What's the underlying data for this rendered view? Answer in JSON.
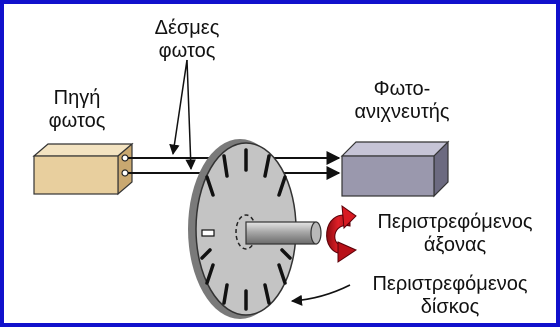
{
  "labels": {
    "beams_line1": "Δέσμες",
    "beams_line2": "φωτος",
    "source_line1": "Πηγή",
    "source_line2": "φωτος",
    "detector_line1": "Φωτο-",
    "detector_line2": "ανιχνευτής",
    "shaft_line1": "Περιστρεφόμενος",
    "shaft_line2": "άξονας",
    "disk_line1": "Περιστρεφόμενος",
    "disk_line2": "δίσκος"
  },
  "colors": {
    "frame_border": "#1111cc",
    "source_box": "#e8cf9e",
    "detector_box": "#9a98ad",
    "disk_face": "#c4c4c4",
    "rotation_arrow": "#c8141e",
    "shaft": "#a8a8a8"
  }
}
